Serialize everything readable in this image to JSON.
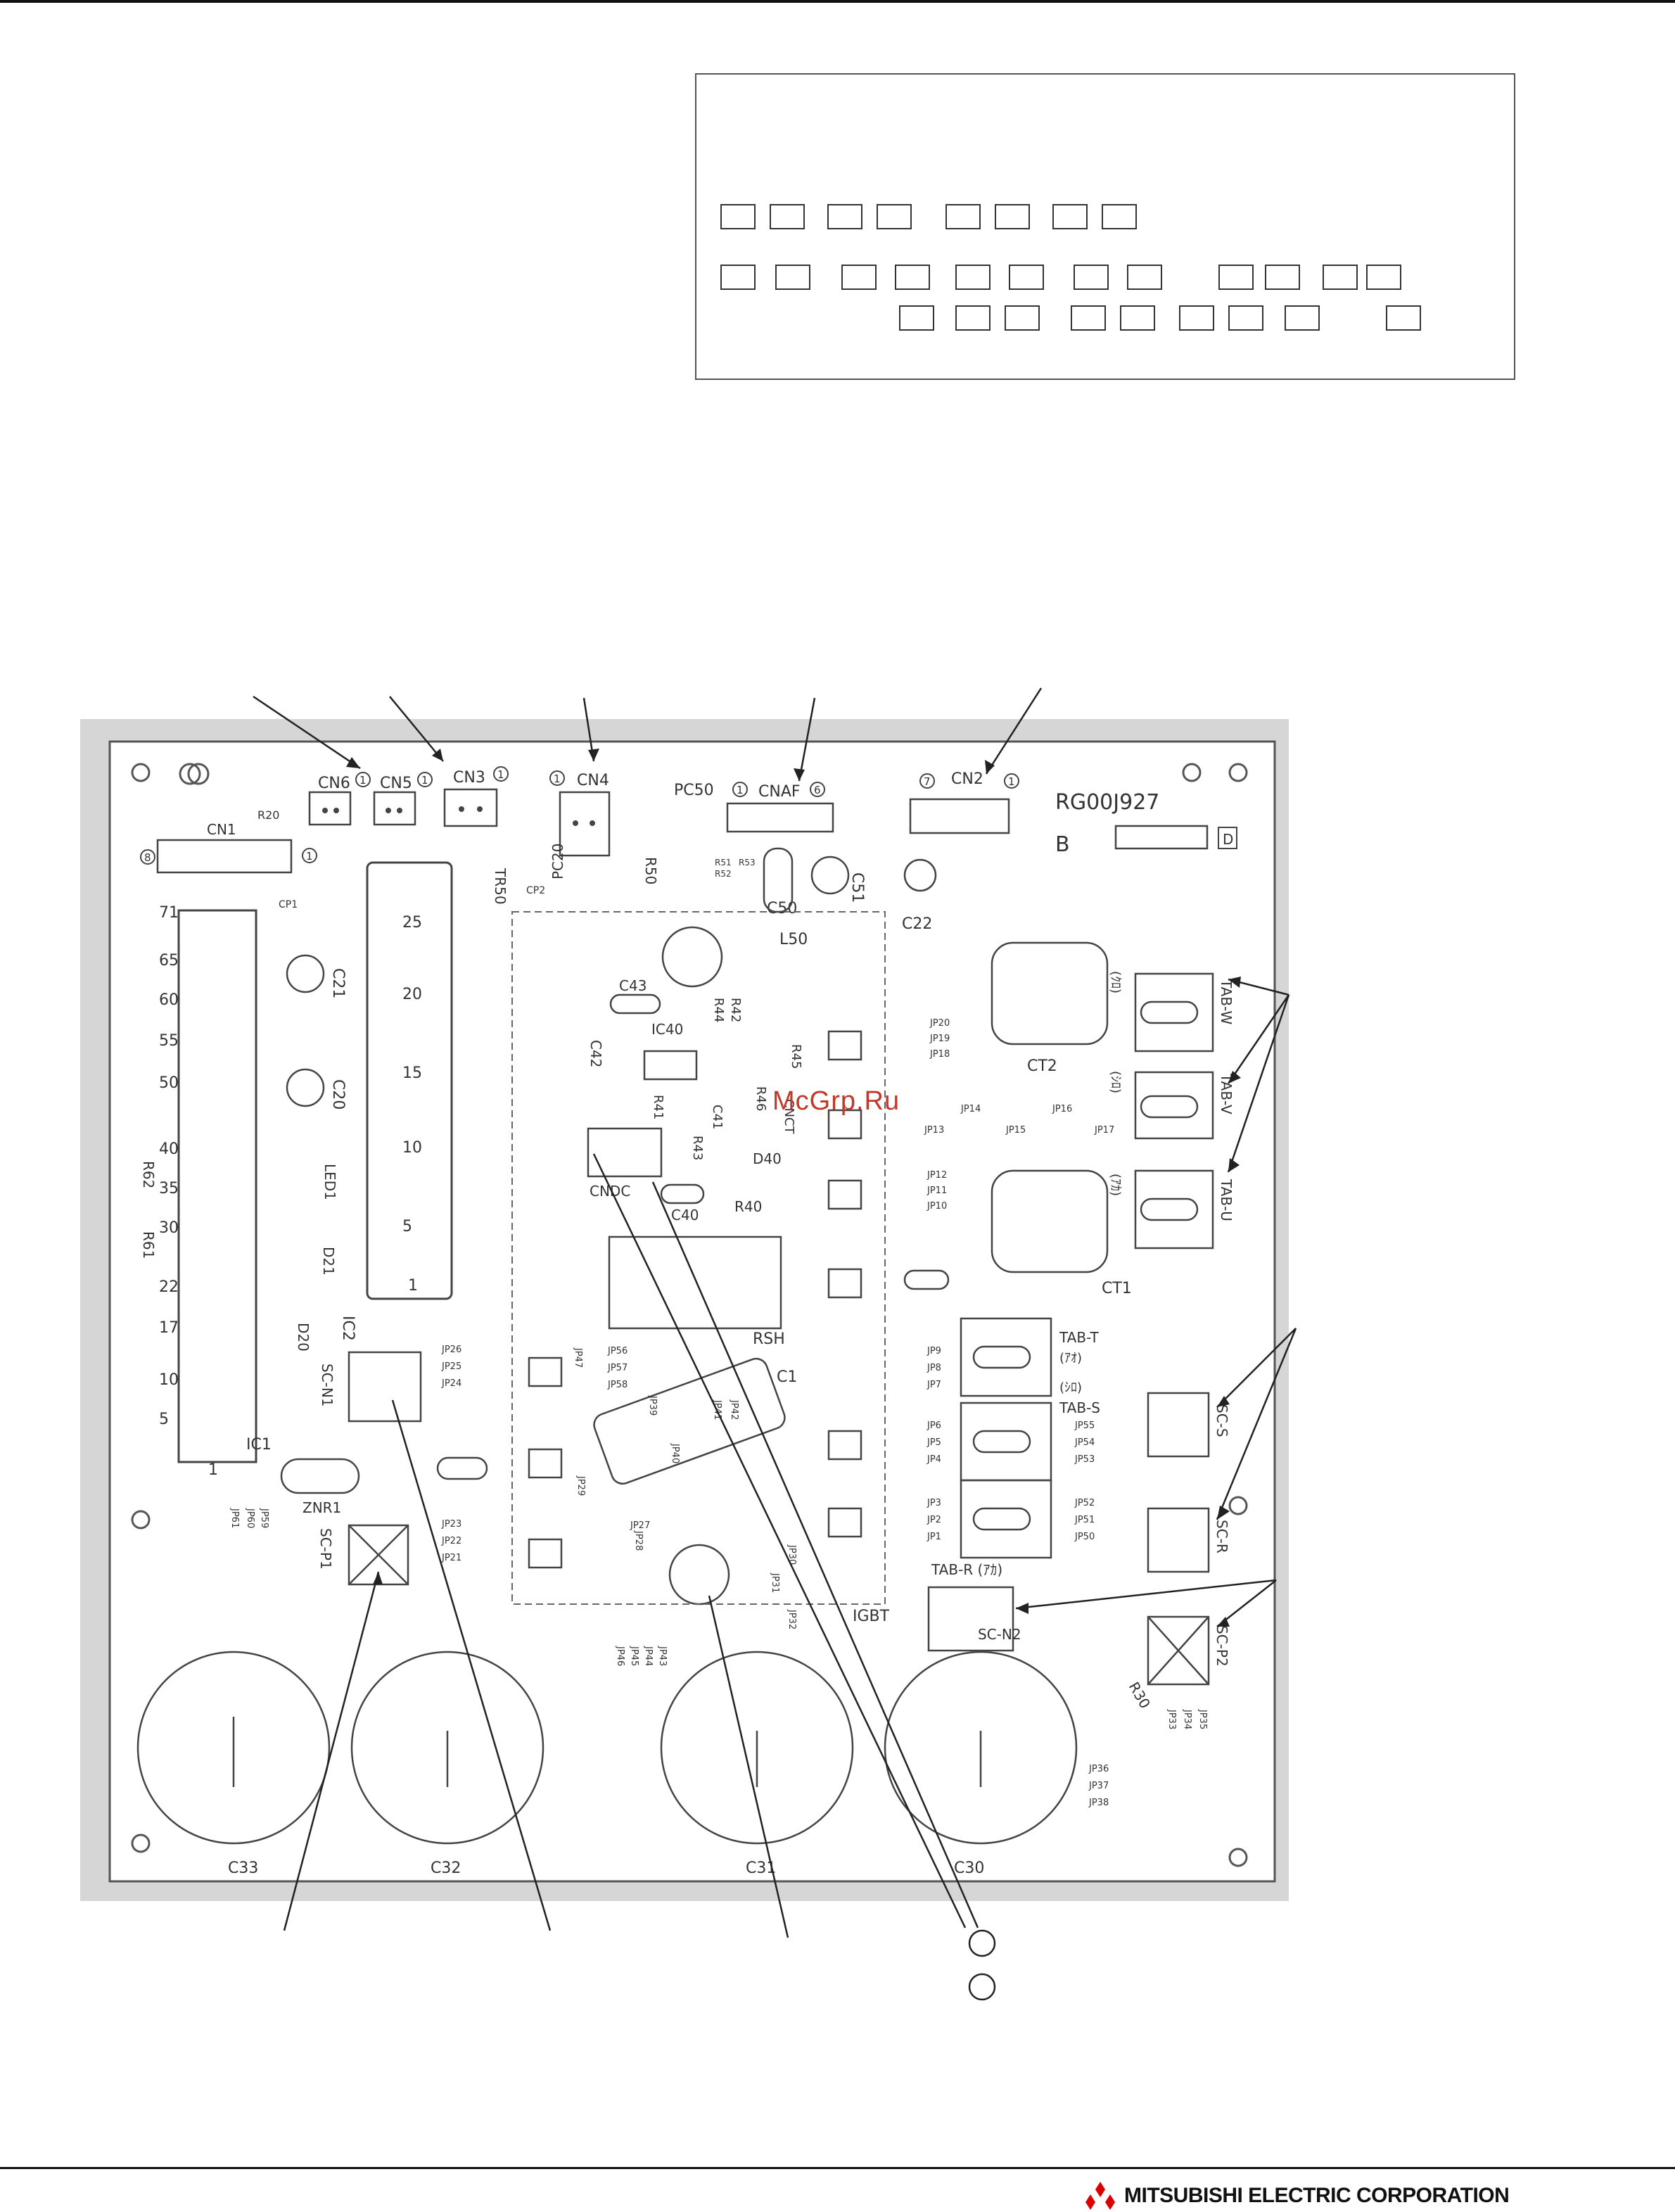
{
  "board": {
    "part_number": "RG00J927",
    "revision_left": "B",
    "revision_right": "D",
    "watermark": "McGrp.Ru"
  },
  "labels": {
    "cn6": "CN6",
    "cn5": "CN5",
    "cn3": "CN3",
    "cn4": "CN4",
    "cnaf": "CNAF",
    "cn2": "CN2",
    "cn1": "CN1",
    "r20": "R20",
    "pc50": "PC50",
    "r50": "R50",
    "pc20": "PC20",
    "tr50": "TR50",
    "cp1": "CP1",
    "cp2": "CP2",
    "r51": "R51",
    "r52": "R52",
    "r53": "R53",
    "c50": "C50",
    "c51": "C51",
    "l50": "L50",
    "c22": "C22",
    "c21": "C21",
    "c20": "C20",
    "led1": "LED1",
    "d21": "D21",
    "d20": "D20",
    "ic1": "IC1",
    "ic2": "IC2",
    "r62": "R62",
    "r61": "R61",
    "c43": "C43",
    "ic40": "IC40",
    "r42": "R42",
    "r44": "R44",
    "c42": "C42",
    "r45": "R45",
    "r46": "R46",
    "r41": "R41",
    "r43": "R43",
    "c41": "C41",
    "cnct": "CNCT",
    "d40": "D40",
    "cndc": "CNDC",
    "c40": "C40",
    "r40": "R40",
    "rsh": "RSH",
    "c1": "C1",
    "sc_n1": "SC-N1",
    "znr1": "ZNR1",
    "sc_p1": "SC-P1",
    "igbt": "IGBT",
    "ct2": "CT2",
    "ct1": "CT1",
    "tab_w": "TAB-W",
    "tab_v": "TAB-V",
    "tab_u": "TAB-U",
    "tab_t": "TAB-T",
    "tab_s": "TAB-S",
    "tab_r": "TAB-R (ｱｶ)",
    "sc_s": "SC-S",
    "sc_r": "SC-R",
    "sc_n2": "SC-N2",
    "sc_p2": "SC-P2",
    "r30": "R30",
    "c33": "C33",
    "c32": "C32",
    "c31": "C31",
    "c30": "C30",
    "kuro": "(ｸﾛ)",
    "shiro": "(ｼﾛ)",
    "aka": "(ｱｶ)",
    "ao": "(ｱｵ)",
    "shiro2": "(ｼﾛ)"
  },
  "ic1_pins": [
    "71",
    "65",
    "60",
    "55",
    "50",
    "40",
    "35",
    "30",
    "22",
    "17",
    "10",
    "5",
    "1"
  ],
  "ic2_pins": [
    "25",
    "20",
    "15",
    "10",
    "5",
    "1"
  ],
  "pin_one": "1",
  "pin_six": "6",
  "pin_seven": "7",
  "pin_eight": "8",
  "jumpers": {
    "jp26": "JP26",
    "jp25": "JP25",
    "jp24": "JP24",
    "jp23": "JP23",
    "jp22": "JP22",
    "jp21": "JP21",
    "jp56": "JP56",
    "jp57": "JP57",
    "jp58": "JP58",
    "jp47": "JP47",
    "jp39": "JP39",
    "jp29": "JP29",
    "jp28": "JP28",
    "jp27": "JP27",
    "jp30": "JP30",
    "jp31": "JP31",
    "jp32": "JP32",
    "jp43": "JP43",
    "jp44": "JP44",
    "jp45": "JP45",
    "jp46": "JP46",
    "jp20": "JP20",
    "jp19": "JP19",
    "jp18": "JP18",
    "jp14": "JP14",
    "jp16": "JP16",
    "jp13": "JP13",
    "jp15": "JP15",
    "jp17": "JP17",
    "jp12": "JP12",
    "jp11": "JP11",
    "jp10": "JP10",
    "jp9": "JP9",
    "jp8": "JP8",
    "jp7": "JP7",
    "jp6": "JP6",
    "jp5": "JP5",
    "jp4": "JP4",
    "jp3": "JP3",
    "jp2": "JP2",
    "jp1": "JP1",
    "jp55": "JP55",
    "jp54": "JP54",
    "jp53": "JP53",
    "jp52": "JP52",
    "jp51": "JP51",
    "jp50": "JP50",
    "jp35": "JP35",
    "jp34": "JP34",
    "jp33": "JP33",
    "jp36": "JP36",
    "jp37": "JP37",
    "jp38": "JP38",
    "jp61": "JP61",
    "jp60": "JP60",
    "jp59": "JP59",
    "jp40": "JP40",
    "jp41": "JP41",
    "jp42": "JP42"
  },
  "footer": {
    "brand": "MITSUBISHI ELECTRIC CORPORATION",
    "logo_icon": "mitsubishi-three-diamonds-icon"
  }
}
